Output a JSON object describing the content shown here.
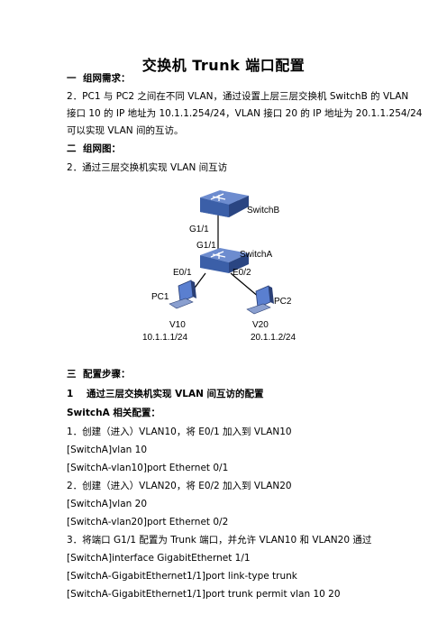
{
  "title": "交换机 Trunk 端口配置",
  "sec1": {
    "num": "一",
    "label": "组网需求："
  },
  "req": [
    "2．PC1 与 PC2 之间在不同 VLAN，通过设置上层三层交换机 SwitchB 的 VLAN",
    "接口 10 的 IP 地址为 10.1.1.254/24，VLAN 接口 20 的 IP 地址为 20.1.1.254/24",
    "可以实现 VLAN 间的互访。"
  ],
  "sec2": {
    "num": "二",
    "label": "组网图："
  },
  "diag_caption": "2．通过三层交换机实现 VLAN 间互访",
  "diagram": {
    "switchB": "SwitchB",
    "switchA": "SwitchA",
    "g11_top": "G1/1",
    "g11_bottom": "G1/1",
    "e01": "E0/1",
    "e02": "E0/2",
    "pc1": "PC1",
    "pc2": "PC2",
    "v10": "V10",
    "v20": "V20",
    "ip1": "10.1.1.1/24",
    "ip2": "20.1.1.2/24"
  },
  "sec3": {
    "num": "三",
    "label": "配置步骤："
  },
  "sub1": {
    "num": "1",
    "label": "通过三层交换机实现 VLAN 间互访的配置"
  },
  "sub2": "SwitchA 相关配置：",
  "steps": [
    "1．创建（进入）VLAN10，将 E0/1 加入到 VLAN10",
    "[SwitchA]vlan 10",
    "[SwitchA-vlan10]port Ethernet 0/1",
    "2．创建（进入）VLAN20，将 E0/2 加入到 VLAN20",
    "[SwitchA]vlan 20",
    "[SwitchA-vlan20]port Ethernet 0/2",
    "3．将端口 G1/1 配置为 Trunk 端口，并允许 VLAN10 和 VLAN20 通过",
    "[SwitchA]interface GigabitEthernet 1/1",
    "[SwitchA-GigabitEthernet1/1]port link-type trunk",
    "[SwitchA-GigabitEthernet1/1]port trunk permit vlan 10 20"
  ],
  "colors": {
    "switch_body": "#3b5fa8",
    "switch_top": "#6d8ccf",
    "pc_screen": "#5a7fd0"
  }
}
